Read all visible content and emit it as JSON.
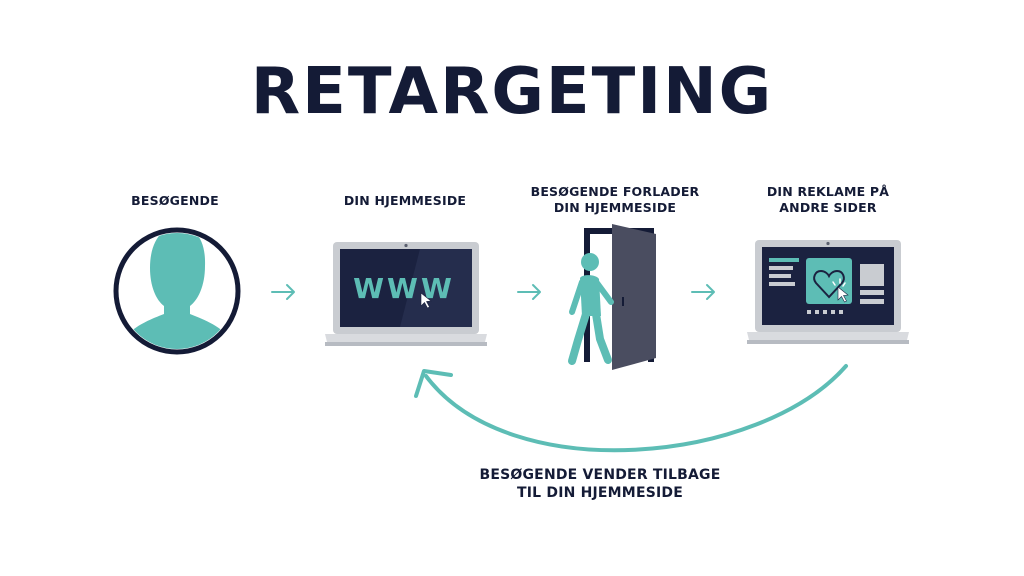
{
  "title": "RETARGETING",
  "steps": [
    {
      "label_lines": [
        "BESØGENDE"
      ]
    },
    {
      "label_lines": [
        "DIN HJEMMESIDE"
      ],
      "screen_text": "WWW"
    },
    {
      "label_lines": [
        "BESØGENDE FORLADER",
        "DIN HJEMMESIDE"
      ]
    },
    {
      "label_lines": [
        "DIN REKLAME PÅ",
        "ANDRE SIDER"
      ]
    }
  ],
  "return_caption_lines": [
    "BESØGENDE VENDER TILBAGE",
    "TIL DIN HJEMMESIDE"
  ],
  "colors": {
    "navy": "#141b36",
    "teal": "#5dbdb5",
    "screen": "#1b2240",
    "laptop_body": "#c9ccd1",
    "door": "#4a4d60"
  }
}
